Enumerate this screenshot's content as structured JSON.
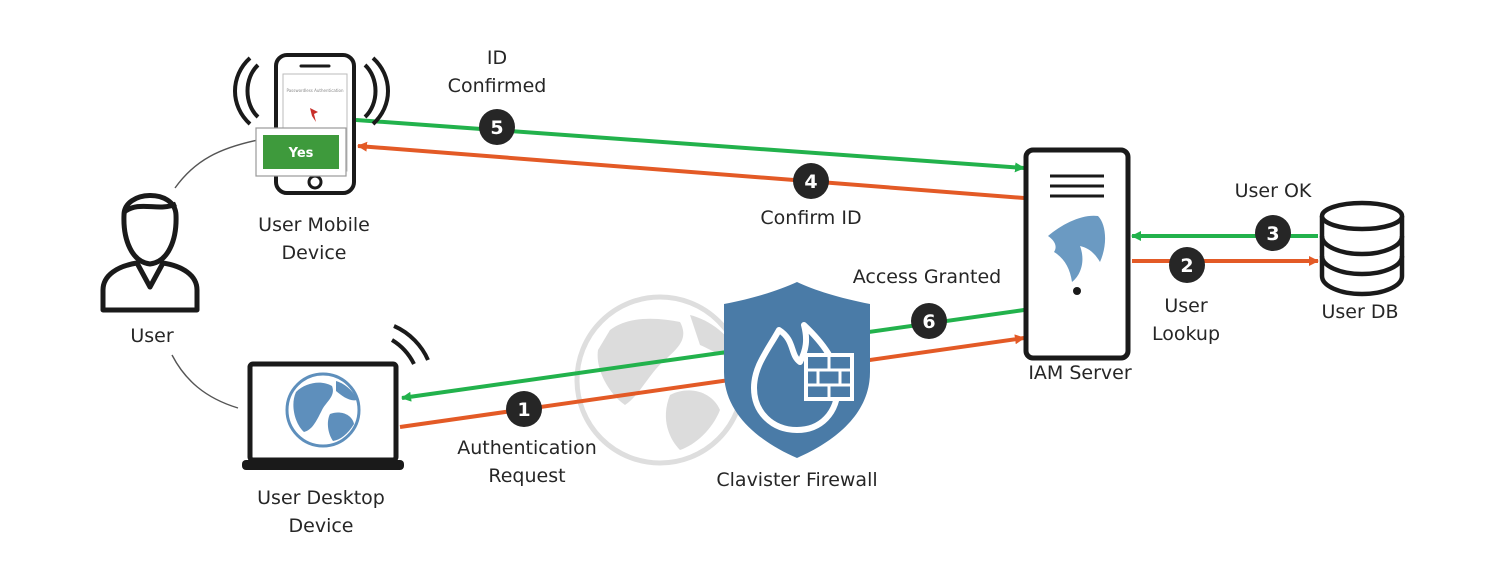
{
  "colors": {
    "success": "#22b24c",
    "request": "#e35a26",
    "badge": "#262626",
    "firewall": "#4a7ba7",
    "globe_gray": "#dcdcdc",
    "outline": "#1a1a1a"
  },
  "nodes": {
    "user": "User",
    "mobile": [
      "User Mobile",
      "Device"
    ],
    "desktop": [
      "User Desktop",
      "Device"
    ],
    "firewall": "Clavister Firewall",
    "iam": "IAM Server",
    "db": "User DB"
  },
  "phone": {
    "screen_title": "Passwordless Authentication",
    "button_label": "Yes"
  },
  "steps": [
    {
      "number": "1",
      "label": [
        "Authentication",
        "Request"
      ]
    },
    {
      "number": "2",
      "label": [
        "User",
        "Lookup"
      ]
    },
    {
      "number": "3",
      "label": [
        "User OK"
      ]
    },
    {
      "number": "4",
      "label": [
        "Confirm ID"
      ]
    },
    {
      "number": "5",
      "label": [
        "ID",
        "Confirmed"
      ]
    },
    {
      "number": "6",
      "label": [
        "Access Granted"
      ]
    }
  ]
}
